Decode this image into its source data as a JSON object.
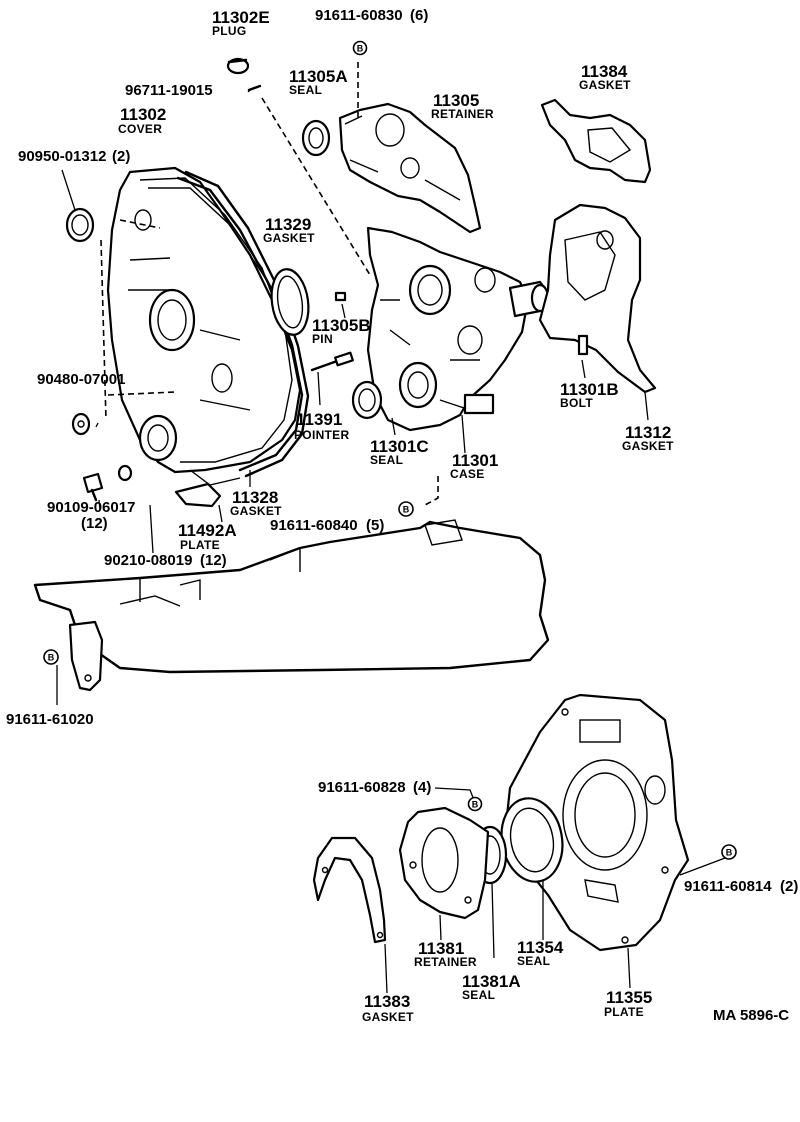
{
  "doc_code": "MA  5896-C",
  "callouts": [
    {
      "id": "c1",
      "part": "11302E",
      "name": "PLUG",
      "qty": ""
    },
    {
      "id": "c2",
      "part": "91611-60830",
      "name": "",
      "qty": "(6)"
    },
    {
      "id": "c3",
      "part": "96711-19015",
      "name": "",
      "qty": ""
    },
    {
      "id": "c4",
      "part": "11305A",
      "name": "SEAL",
      "qty": ""
    },
    {
      "id": "c5",
      "part": "11384",
      "name": "GASKET",
      "qty": ""
    },
    {
      "id": "c6",
      "part": "11302",
      "name": "COVER",
      "qty": ""
    },
    {
      "id": "c7",
      "part": "11305",
      "name": "RETAINER",
      "qty": ""
    },
    {
      "id": "c8",
      "part": "90950-01312",
      "name": "",
      "qty": "(2)"
    },
    {
      "id": "c9",
      "part": "11329",
      "name": "GASKET",
      "qty": ""
    },
    {
      "id": "c10",
      "part": "11305B",
      "name": "PIN",
      "qty": ""
    },
    {
      "id": "c11",
      "part": "90480-07001",
      "name": "",
      "qty": ""
    },
    {
      "id": "c12",
      "part": "11301B",
      "name": "BOLT",
      "qty": ""
    },
    {
      "id": "c13",
      "part": "11391",
      "name": "POINTER",
      "qty": ""
    },
    {
      "id": "c14",
      "part": "11301C",
      "name": "SEAL",
      "qty": ""
    },
    {
      "id": "c15",
      "part": "11312",
      "name": "GASKET",
      "qty": ""
    },
    {
      "id": "c16",
      "part": "11301",
      "name": "CASE",
      "qty": ""
    },
    {
      "id": "c17",
      "part": "90109-06017",
      "name": "",
      "qty": "(12)"
    },
    {
      "id": "c18",
      "part": "11328",
      "name": "GASKET",
      "qty": ""
    },
    {
      "id": "c19",
      "part": "11492A",
      "name": "PLATE",
      "qty": ""
    },
    {
      "id": "c20",
      "part": "91611-60840",
      "name": "",
      "qty": "(5)"
    },
    {
      "id": "c21",
      "part": "90210-08019",
      "name": "",
      "qty": "(12)"
    },
    {
      "id": "c22",
      "part": "91611-61020",
      "name": "",
      "qty": ""
    },
    {
      "id": "c23",
      "part": "91611-60828",
      "name": "",
      "qty": "(4)"
    },
    {
      "id": "c24",
      "part": "91611-60814",
      "name": "",
      "qty": "(2)"
    },
    {
      "id": "c25",
      "part": "11381",
      "name": "RETAINER",
      "qty": ""
    },
    {
      "id": "c26",
      "part": "11354",
      "name": "SEAL",
      "qty": ""
    },
    {
      "id": "c27",
      "part": "11381A",
      "name": "SEAL",
      "qty": ""
    },
    {
      "id": "c28",
      "part": "11383",
      "name": "GASKET",
      "qty": ""
    },
    {
      "id": "c29",
      "part": "11355",
      "name": "PLATE",
      "qty": ""
    }
  ],
  "bolt_marker": "B"
}
